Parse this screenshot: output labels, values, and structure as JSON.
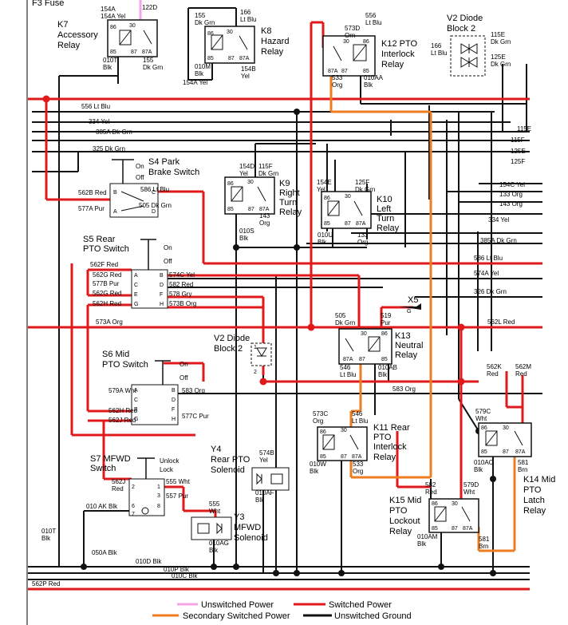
{
  "legend": [
    {
      "label": "Unswitched Power",
      "color": "#f4a6e6"
    },
    {
      "label": "Switched Power",
      "color": "#e0191b"
    },
    {
      "label": "Secondary Switched Power",
      "color": "#ef7d1f"
    },
    {
      "label": "Unswitched Ground",
      "color": "#111111"
    }
  ],
  "components": {
    "f3_fuse": "F3 Fuse",
    "k7": [
      "K7",
      "Accessory",
      "Relay"
    ],
    "k8": [
      "K8",
      "Hazard",
      "Relay"
    ],
    "k12": [
      "K12 PTO",
      "Interlock",
      "Relay"
    ],
    "v2_top": [
      "V2 Diode",
      "Block 2"
    ],
    "s4": [
      "S4 Park",
      "Brake Switch"
    ],
    "k9": [
      "K9",
      "Right",
      "Turn",
      "Relay"
    ],
    "k10": [
      "K10",
      "Left",
      "Turn",
      "Relay"
    ],
    "s5": [
      "S5 Rear",
      "PTO Switch"
    ],
    "v2_mid": [
      "V2 Diode",
      "Block 2"
    ],
    "k13": [
      "K13",
      "Neutral",
      "Relay"
    ],
    "x5": "X5",
    "s6": [
      "S6 Mid",
      "PTO Switch"
    ],
    "k11": [
      "K11 Rear",
      "PTO",
      "Interlock",
      "Relay"
    ],
    "k14": [
      "K14 Mid",
      "PTO",
      "Latch",
      "Relay"
    ],
    "s7": [
      "S7 MFWD",
      "Switch"
    ],
    "y4": [
      "Y4",
      "Rear PTO",
      "Solenoid"
    ],
    "y3": [
      "Y3",
      "MFWD",
      "Solenoid"
    ],
    "k15": [
      "K15 Mid",
      "PTO",
      "Lockout",
      "Relay"
    ]
  },
  "switch_positions": {
    "on": "On",
    "off": "Off",
    "unlock": "Unlock",
    "lock": "Lock"
  },
  "pins": {
    "relay": [
      "86",
      "30",
      "85",
      "87",
      "87A"
    ],
    "s4": [
      "B",
      "C",
      "A",
      "D"
    ],
    "s5": [
      "A",
      "B",
      "C",
      "D",
      "E",
      "F",
      "G",
      "H"
    ],
    "s6": [
      "A",
      "B",
      "C",
      "D",
      "E",
      "F",
      "G",
      "H"
    ],
    "s7": [
      "2",
      "1",
      "3",
      "6",
      "7",
      "8"
    ],
    "diode": [
      "1",
      "2"
    ],
    "x5_g": "G"
  },
  "wires": {
    "w154A_top": "154A",
    "w122D": "122D",
    "w154A_bot": "154A Yel",
    "w010T": "010T",
    "w010T_c": "Blk",
    "w155": "155",
    "w155_c": "Dk Grn",
    "w155b": "155",
    "w155b_c": "Dk Grn",
    "w166": "166",
    "w166_c": "Lt Blu",
    "w010M": "010M",
    "w010M_c": "Blk",
    "w154B": "154B",
    "w154B_c": "Yel",
    "w556": "556",
    "w556_c": "Lt Blu",
    "w573D": "573D",
    "w573D_c": "Orn",
    "w533": "533",
    "w533_c": "Org",
    "w010AA": "010AA",
    "w010AA_c": "Blk",
    "w166r": "166",
    "w166r_c": "Lt Blu",
    "w115E": "115E",
    "w115E_c": "Dk Grn",
    "w125E": "125E",
    "w125E_c": "Dk Grn",
    "h556": "556 Lt Blu",
    "h334": "334 Yel",
    "h385A": "385A Dk Grn",
    "h325": "325 Dk Grn",
    "r115E": "115E",
    "r115F": "115F",
    "r125E": "125E",
    "r125F": "125F",
    "w154D": "154D",
    "w154D_c": "Yel",
    "w115F": "115F",
    "w115F_c": "Dk Grn",
    "w143a": "143",
    "w143a_c": "Org",
    "w010S": "010S",
    "w010S_c": "Blk",
    "w154E": "154E",
    "w154E_c": "Yel",
    "w125F": "125F",
    "w125F_c": "Dk Grn",
    "w133": "133",
    "w133_c": "Org",
    "w010U": "010U",
    "w010U_c": "Blk",
    "r154C": "154C Yel",
    "r133": "133 Org",
    "r143": "143 Org",
    "r334": "334 Yel",
    "r385A": "385A Dk Grn",
    "w586": "586 Lt Blu",
    "w505": "505 Dk Grn",
    "w562B": "562B Red",
    "w577A": "577A Pur",
    "r586": "586 Lt Blu",
    "r574A": "574A Yel",
    "r326": "326 Dk Grn",
    "w562F": "562F Red",
    "w562G": "562G Red",
    "w577B": "577B Pur",
    "w562G2": "562G Red",
    "w562H": "562H Red",
    "w574C": "574C Yel",
    "w582": "582 Red",
    "w578": "578 Gry",
    "w573B": "573B Org",
    "w573A": "573A Org",
    "w505k": "505",
    "w505k_c": "Dk Grn",
    "w519": "519",
    "w519_c": "Pur",
    "w546": "546",
    "w546_c": "Lt Blu",
    "w010AB": "010AB",
    "w010AB_c": "Blk",
    "r562L": "562L Red",
    "w562K": "562K",
    "w562K_c": "Red",
    "w562M": "562M",
    "w562M_c": "Red",
    "w579A": "579A Wht",
    "w583": "583 Org",
    "w583b": "583 Org",
    "w562H2": "562H Red",
    "w562J": "562J Red",
    "w577C": "577C Pur",
    "w573C": "573C",
    "w573C_c": "Org",
    "w546b": "546",
    "w546b_c": "Lt Blu",
    "w533b": "533",
    "w533b_c": "Org",
    "w010W": "010W",
    "w010W_c": "Blk",
    "w579C": "579C",
    "w579C_c": "Wht",
    "w010AC": "010AC",
    "w010AC_c": "Blk",
    "w581": "581",
    "w581_c": "Brn",
    "w574B": "574B",
    "w574B_c": "Yel",
    "w010AF": "010AF",
    "w010AF_c": "Blk",
    "w562Js7": "562J",
    "w562Js7_c": "Red",
    "w555": "555 Wht",
    "w557": "557 Pur",
    "w555b": "555",
    "w555b_c": "Wht",
    "w010AG": "010AG",
    "w010AG_c": "Blk",
    "w010AK": "010 AK Blk",
    "w582b": "582",
    "w582b_c": "Red",
    "w579D": "579D",
    "w579D_c": "Wht",
    "w010AM": "010AM",
    "w010AM_c": "Blk",
    "w581b": "581",
    "w581b_c": "Brn",
    "w010Tb": "010T",
    "w010Tb_c": "Blk",
    "w050A": "050A Blk",
    "w010D": "010D Blk",
    "w010P": "010P Blk",
    "w010C": "010C Blk",
    "w562P": "562P Red"
  }
}
